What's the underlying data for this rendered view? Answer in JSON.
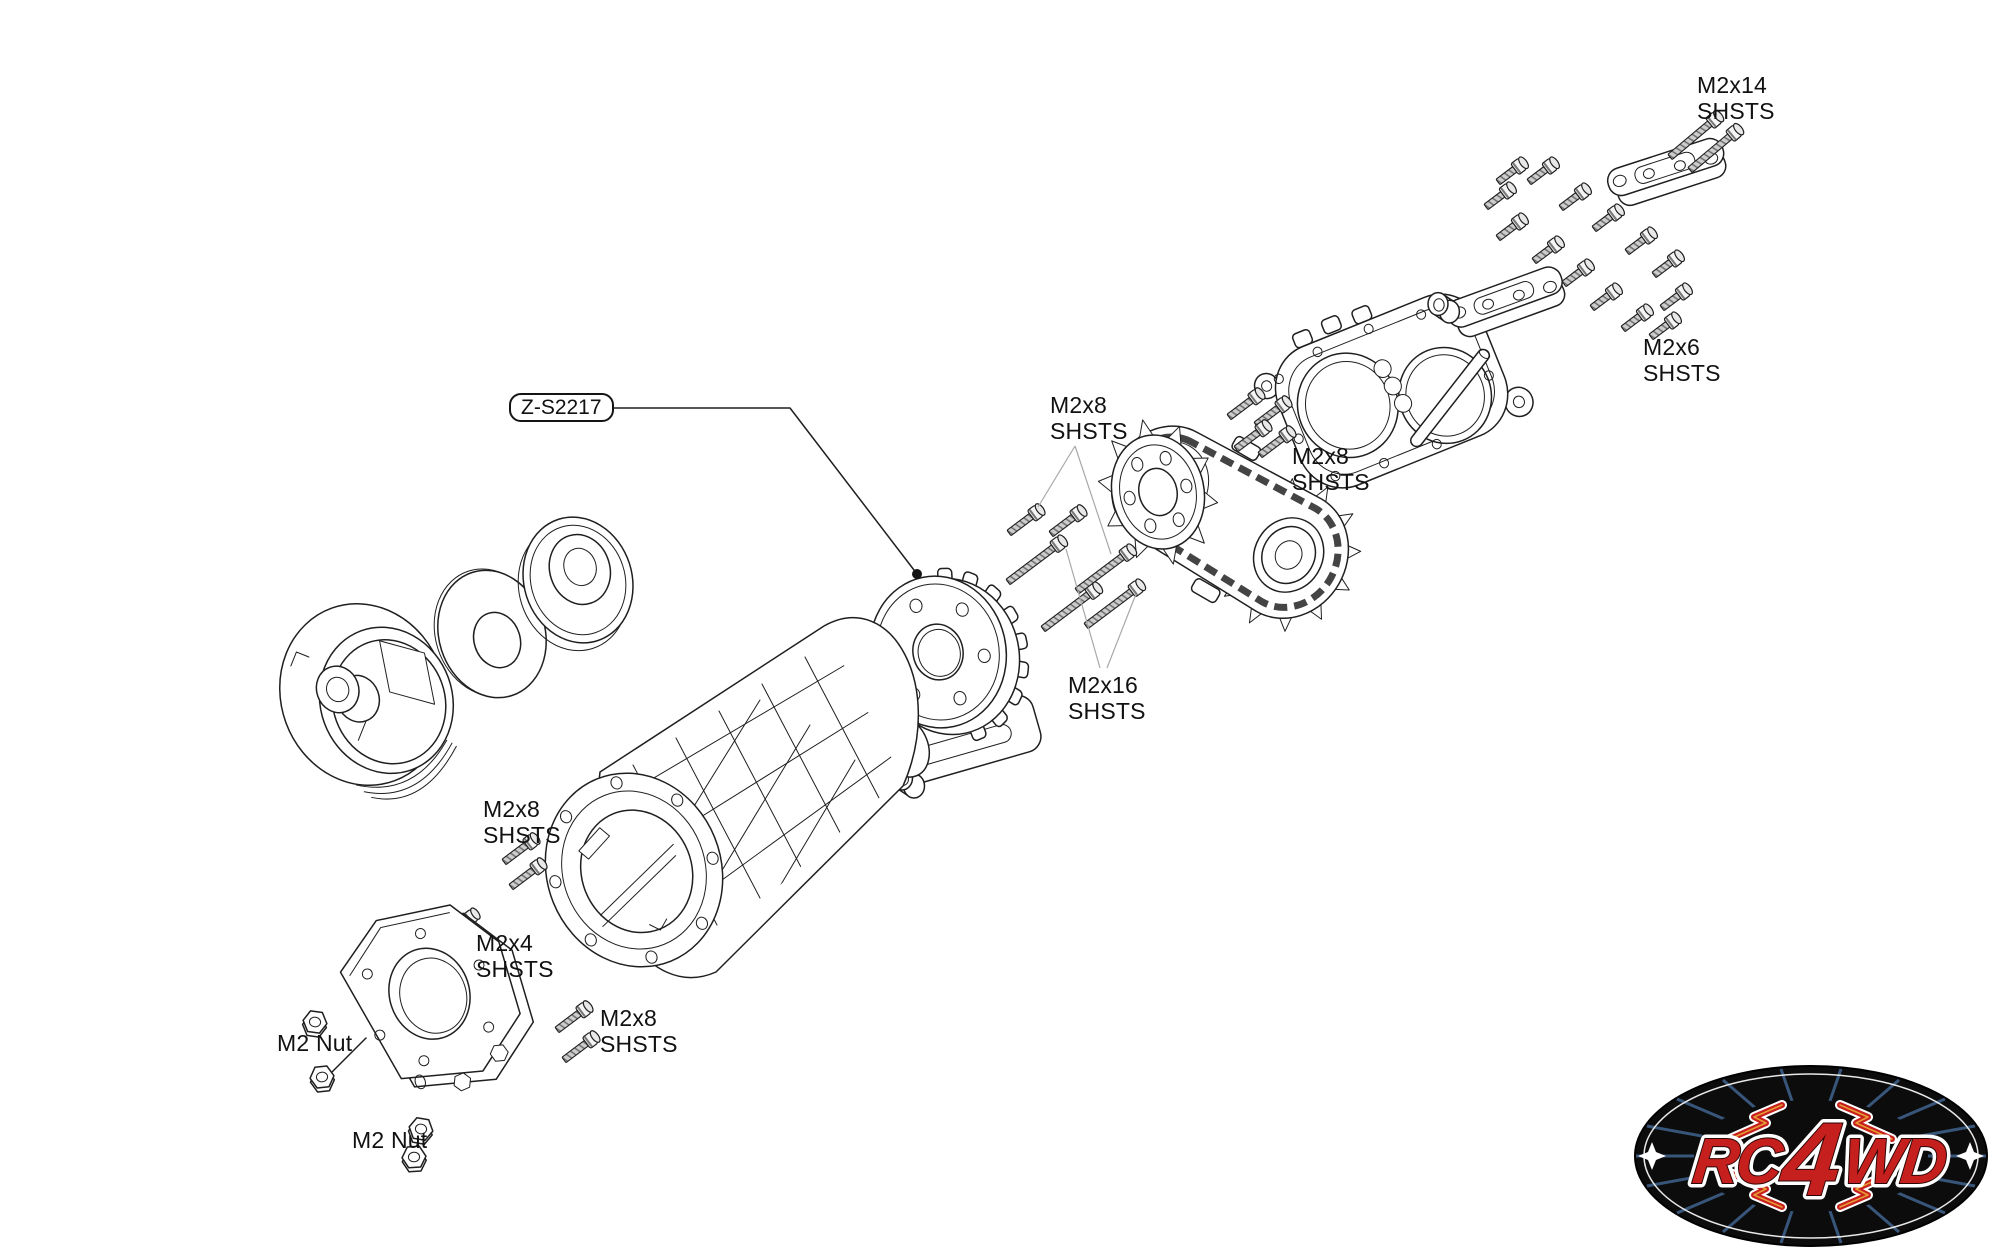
{
  "callout": {
    "part_number": "Z-S2217"
  },
  "labels": {
    "m2x14": "M2x14\nSHSTS",
    "m2x6": "M2x6\nSHSTS",
    "m2x8_upper": "M2x8\nSHSTS",
    "m2x8_gears": "M2x8\nSHSTS",
    "m2x16": "M2x16\nSHSTS",
    "m2x8_left": "M2x8\nSHSTS",
    "m2x4": "M2x4\nSHSTS",
    "m2x8_bottom": "M2x8\nSHSTS",
    "m2_nut_left": "M2 Nut",
    "m2_nut_bottom": "M2 Nut"
  },
  "logo": {
    "brand": "RC4WD",
    "segments": [
      "RC",
      "4",
      "WD"
    ]
  },
  "colors": {
    "background": "#ffffff",
    "line": "#1f1f1f",
    "label_text": "#111111",
    "screw_thread": "#cdcdcd",
    "logo_oval": "#0c0c0d",
    "logo_text_red": "#c6201e",
    "logo_burst_blue": "#3d5e86",
    "logo_star_white": "#ffffff",
    "logo_bolt_orange": "#e89a33"
  }
}
